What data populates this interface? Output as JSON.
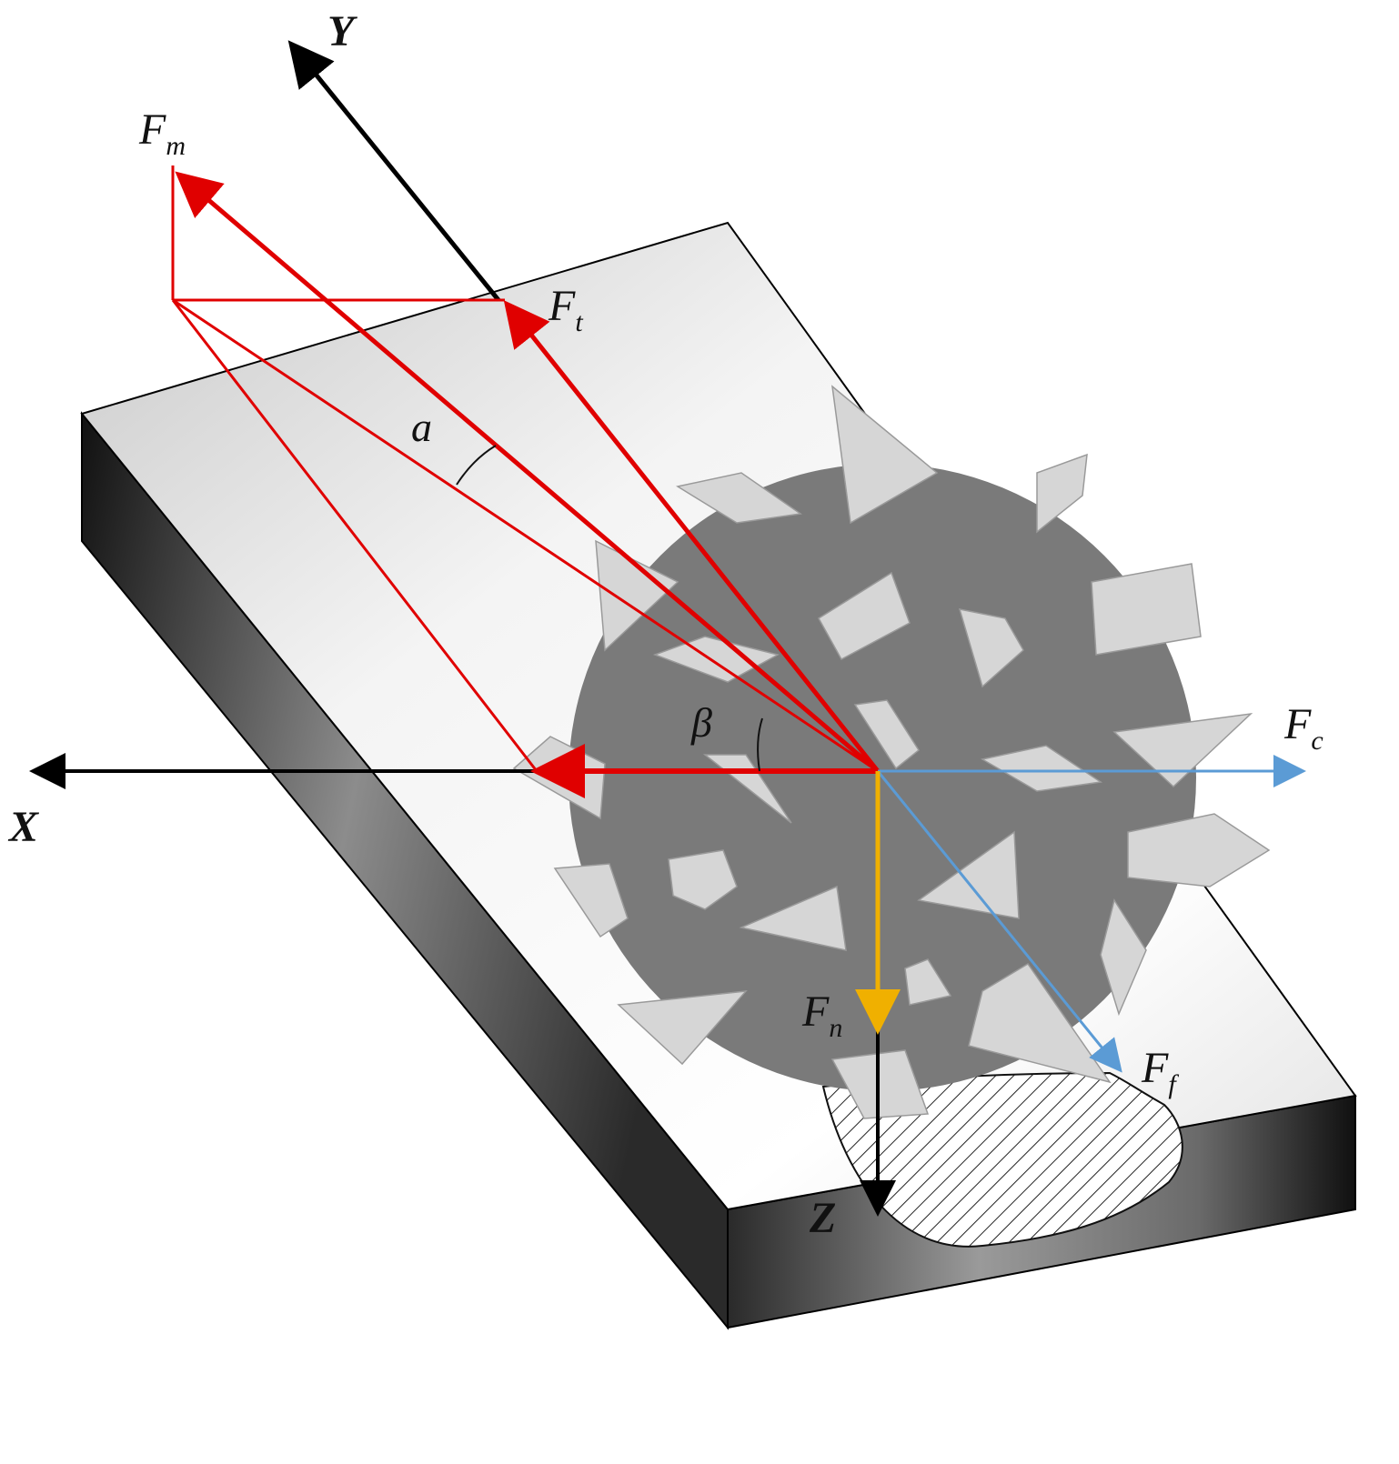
{
  "axes": {
    "x": "X",
    "y": "Y",
    "z": "Z"
  },
  "forces": {
    "fm": {
      "main": "F",
      "sub": "m"
    },
    "ft": {
      "main": "F",
      "sub": "t"
    },
    "fc": {
      "main": "F",
      "sub": "c"
    },
    "fn": {
      "main": "F",
      "sub": "n"
    },
    "ff": {
      "main": "F",
      "sub": "f"
    }
  },
  "angles": {
    "alpha": "a",
    "beta": "β"
  },
  "colors": {
    "resultant": "#e00000",
    "normal": "#f0b000",
    "cutting": "#5b9bd5",
    "axis": "#000000",
    "grain": "#7a7a7a",
    "abrasive": "#d6d6d6"
  }
}
